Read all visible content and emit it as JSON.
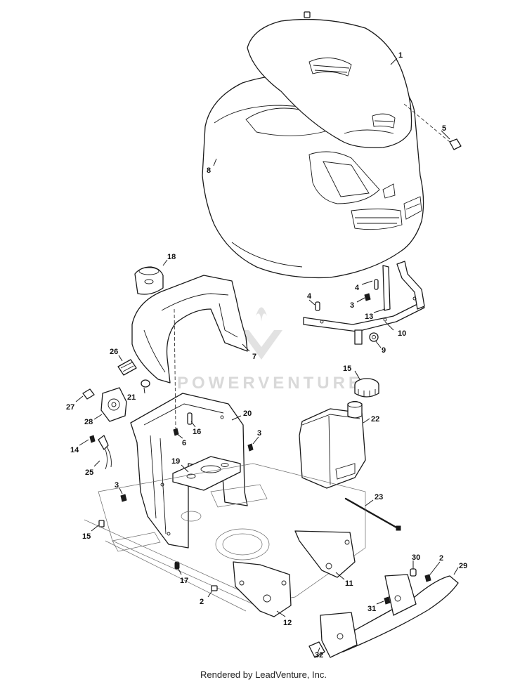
{
  "footer": "Rendered by LeadVenture, Inc.",
  "watermark": "POWERVENTURE",
  "colors": {
    "line": "#1a1a1a",
    "watermark": "#d9d9d9",
    "background": "#ffffff"
  },
  "callouts": [
    {
      "label": "1"
    },
    {
      "label": "5"
    },
    {
      "label": "8"
    },
    {
      "label": "18"
    },
    {
      "label": "4"
    },
    {
      "label": "3"
    },
    {
      "label": "13"
    },
    {
      "label": "4"
    },
    {
      "label": "10"
    },
    {
      "label": "9"
    },
    {
      "label": "7"
    },
    {
      "label": "26"
    },
    {
      "label": "21"
    },
    {
      "label": "15"
    },
    {
      "label": "27"
    },
    {
      "label": "28"
    },
    {
      "label": "20"
    },
    {
      "label": "22"
    },
    {
      "label": "6"
    },
    {
      "label": "16"
    },
    {
      "label": "3"
    },
    {
      "label": "14"
    },
    {
      "label": "19"
    },
    {
      "label": "25"
    },
    {
      "label": "3"
    },
    {
      "label": "23"
    },
    {
      "label": "15"
    },
    {
      "label": "30"
    },
    {
      "label": "2"
    },
    {
      "label": "29"
    },
    {
      "label": "17"
    },
    {
      "label": "11"
    },
    {
      "label": "2"
    },
    {
      "label": "31"
    },
    {
      "label": "12"
    },
    {
      "label": "32"
    }
  ]
}
